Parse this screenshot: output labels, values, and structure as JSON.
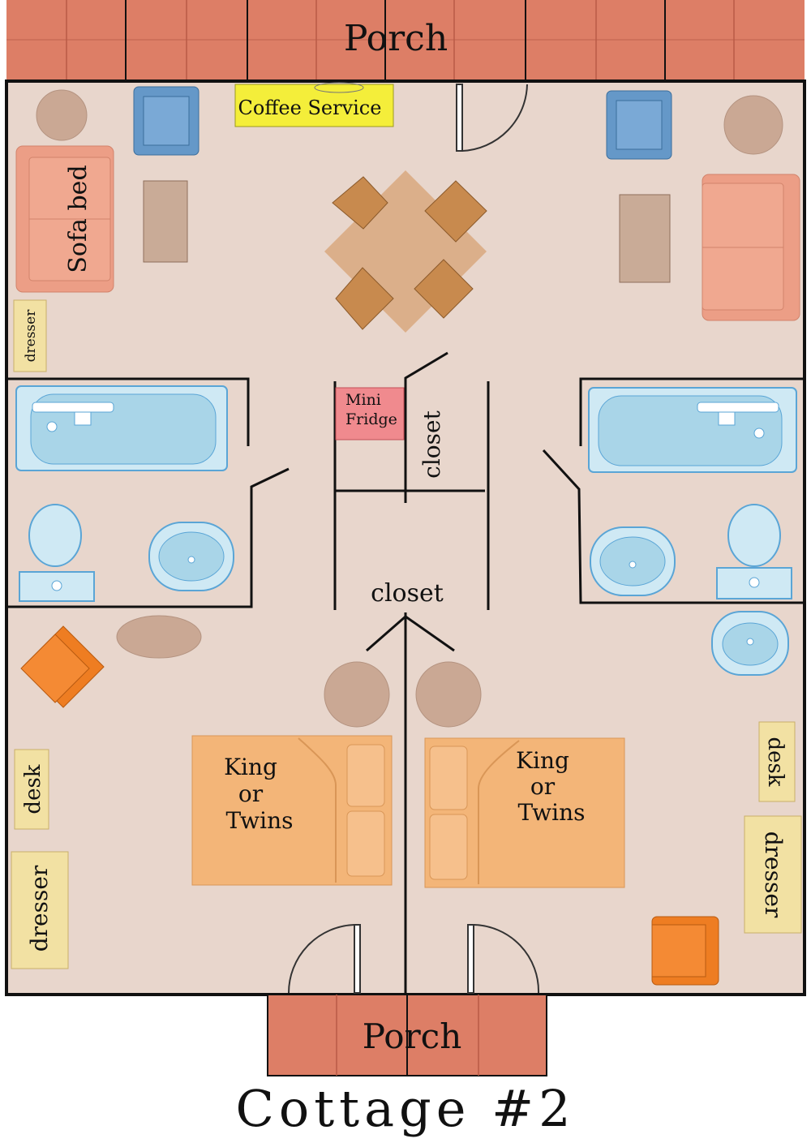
{
  "labels": {
    "porch_top": "Porch",
    "porch_bottom": "Porch",
    "coffee_service": "Coffee Service",
    "sofa_bed": "Sofa bed",
    "dresser_top_left": "dresser",
    "mini_fridge_line1": "Mini",
    "mini_fridge_line2": "Fridge",
    "closet_upper": "closet",
    "closet_lower": "closet",
    "bed_left_line1": "King",
    "bed_left_line2": "or",
    "bed_left_line3": "Twins",
    "bed_right_line1": "King",
    "bed_right_line2": "or",
    "bed_right_line3": "Twins",
    "desk_left": "desk",
    "dresser_bottom_left": "dresser",
    "desk_right": "desk",
    "dresser_bottom_right": "dresser"
  },
  "caption": "Cottage #2",
  "colors": {
    "floor": "#e8d6cc",
    "porch_tile": "#dd7e66",
    "wall": "#111111",
    "sofa": "#ec9e86",
    "armchair_blue": "#6598c8",
    "end_table": "#caa894",
    "coffee_table": "#c9ab97",
    "dining_table": "#d7a274",
    "chair": "#c88a4e",
    "coffee_service": "#f4ee3a",
    "mini_fridge": "#f08a8e",
    "bed": "#f3b578",
    "tub": "#bde4f3",
    "fixture_outline": "#5aa5d6",
    "label_furniture": "#f2e1a3",
    "orange_chair": "#ee7d22"
  }
}
